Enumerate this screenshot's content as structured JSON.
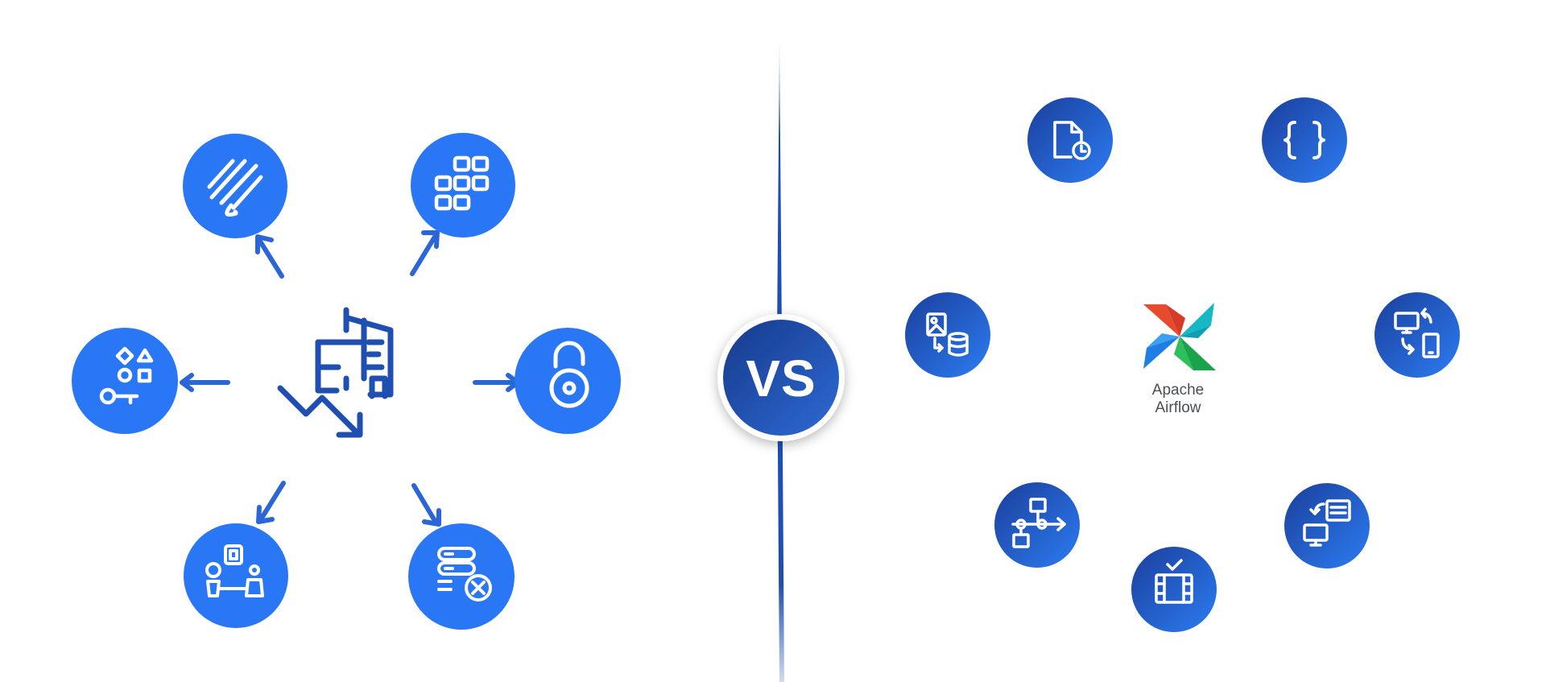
{
  "vs_badge": {
    "text": "VS"
  },
  "airflow": {
    "line1": "Apache",
    "line2": "Airflow"
  },
  "colors": {
    "left_circle": "#2a77f6",
    "right_circle_dark": "#1e4aaa",
    "right_circle_light": "#2a78f0",
    "divider": "#1f4fb0",
    "arrow": "#2a66d6",
    "building": "#1f4fb0",
    "vs_dark": "#1b3e93",
    "vs_light": "#2c66d0"
  },
  "left_icons": [
    "tally-lines-icon",
    "grid-blocks-icon",
    "shapes-key-icon",
    "open-lock-icon",
    "people-roles-icon",
    "server-error-icon"
  ],
  "right_icons": [
    "file-clock-icon",
    "code-braces-icon",
    "image-database-icon",
    "device-sync-icon",
    "workflow-icon",
    "monitor-list-icon",
    "film-check-icon"
  ]
}
